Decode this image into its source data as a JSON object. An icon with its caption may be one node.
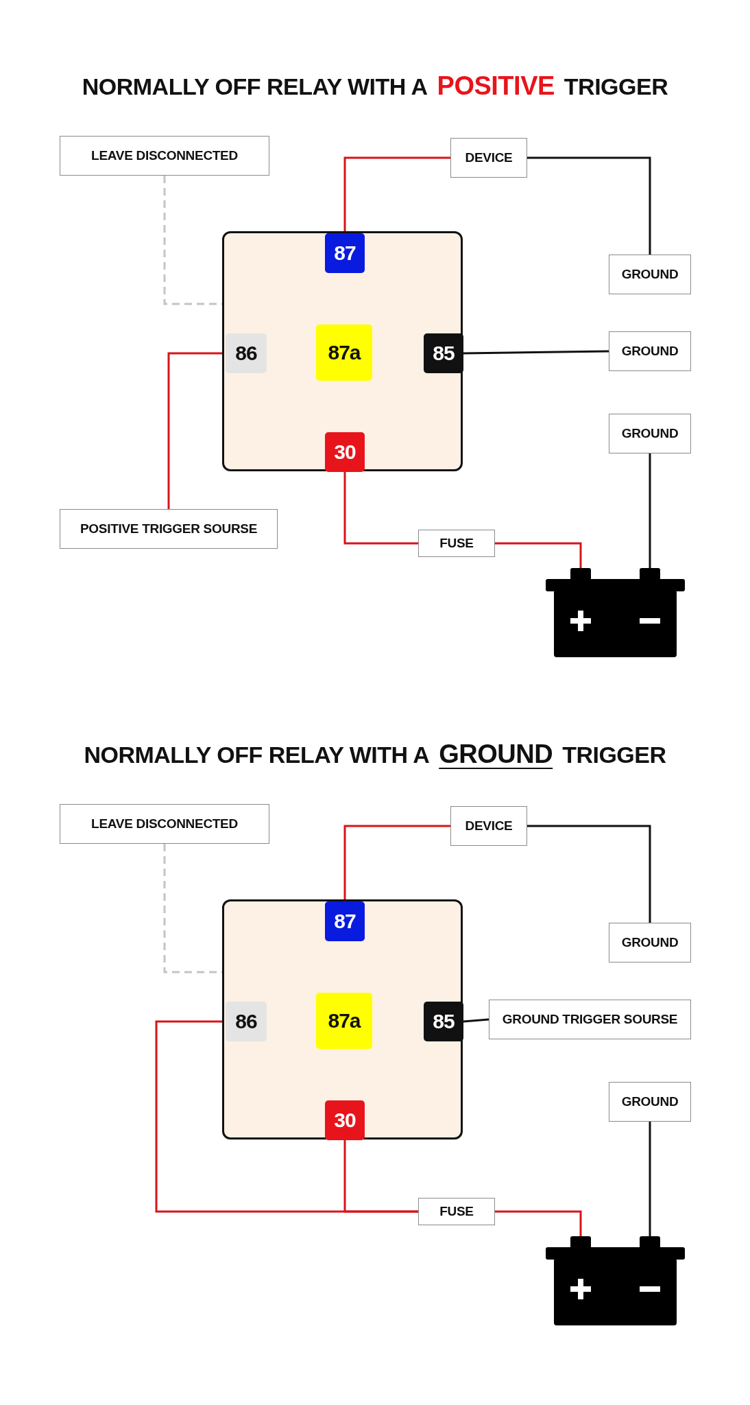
{
  "diagram": {
    "nodes": [
      {
        "text": [],
        "shape": "box"
      },
      {
        "text": [
          "87"
        ],
        "in": 0
      },
      {
        "text": [
          "86"
        ],
        "in": 0
      },
      {
        "text": [
          "87a"
        ],
        "in": 0
      },
      {
        "text": [
          "85"
        ],
        "in": 0
      },
      {
        "text": [
          "30"
        ],
        "in": 0
      },
      {
        "text": [
          "LEAVE DISCONNECTED"
        ]
      },
      {
        "text": [
          "DEVICE"
        ]
      },
      {
        "text": [
          "GROUND"
        ]
      },
      {
        "text": [
          "GROUND"
        ]
      },
      {
        "text": [
          "GROUND"
        ]
      },
      {
        "text": [
          "POSITIVE TRIGGER SOURSE"
        ]
      },
      {
        "text": [
          "FUSE"
        ]
      },
      {
        "text": [],
        "shape": "picture"
      },
      {
        "text": [],
        "shape": "box"
      },
      {
        "text": [
          "87"
        ],
        "in": 14
      },
      {
        "text": [
          "86"
        ],
        "in": 14
      },
      {
        "text": [
          "87a"
        ],
        "in": 14
      },
      {
        "text": [
          "85"
        ],
        "in": 14
      },
      {
        "text": [
          "30"
        ],
        "in": 14
      },
      {
        "text": [
          "LEAVE DISCONNECTED"
        ]
      },
      {
        "text": [
          "DEVICE"
        ]
      },
      {
        "text": [
          "GROUND"
        ]
      },
      {
        "text": [
          "GROUND TRIGGER SOURSE"
        ]
      },
      {
        "text": [
          "GROUND"
        ]
      },
      {
        "text": [
          "FUSE"
        ]
      },
      {
        "text": [],
        "shape": "picture"
      }
    ],
    "edges": [
      {
        "from": 1,
        "to": 7,
        "arrow": "none",
        "color": "#d7141a"
      },
      {
        "from": 7,
        "to": 8,
        "arrow": "none",
        "color": "#111111"
      },
      {
        "from": 3,
        "to": 6,
        "arrow": "none",
        "style": "dashed",
        "color": "#c4c4c4"
      },
      {
        "from": 2,
        "to": 11,
        "arrow": "none",
        "color": "#d7141a"
      },
      {
        "from": 4,
        "to": 9,
        "arrow": "none",
        "color": "#111111"
      },
      {
        "from": 5,
        "to": 12,
        "arrow": "none",
        "color": "#d7141a"
      },
      {
        "from": 12,
        "to": 13,
        "arrow": "none",
        "color": "#d7141a"
      },
      {
        "from": 10,
        "to": 13,
        "arrow": "none",
        "color": "#111111"
      },
      {
        "from": 15,
        "to": 21,
        "arrow": "none",
        "color": "#d7141a"
      },
      {
        "from": 21,
        "to": 22,
        "arrow": "none",
        "color": "#111111"
      },
      {
        "from": 17,
        "to": 20,
        "arrow": "none",
        "style": "dashed",
        "color": "#c4c4c4"
      },
      {
        "from": 18,
        "to": 23,
        "arrow": "none",
        "color": "#111111"
      },
      {
        "from": 19,
        "to": 25,
        "arrow": "none",
        "color": "#d7141a"
      },
      {
        "from": 16,
        "to": 25,
        "arrow": "none",
        "color": "#d7141a"
      },
      {
        "from": 25,
        "to": 26,
        "arrow": "none",
        "color": "#d7141a"
      },
      {
        "from": 24,
        "to": 26,
        "arrow": "none",
        "color": "#111111"
      }
    ],
    "labels": [
      "NORMALLY OFF RELAY WITH A",
      "POSITIVE",
      "TRIGGER",
      "NORMALLY OFF RELAY WITH A",
      "GROUND",
      "TRIGGER"
    ]
  }
}
